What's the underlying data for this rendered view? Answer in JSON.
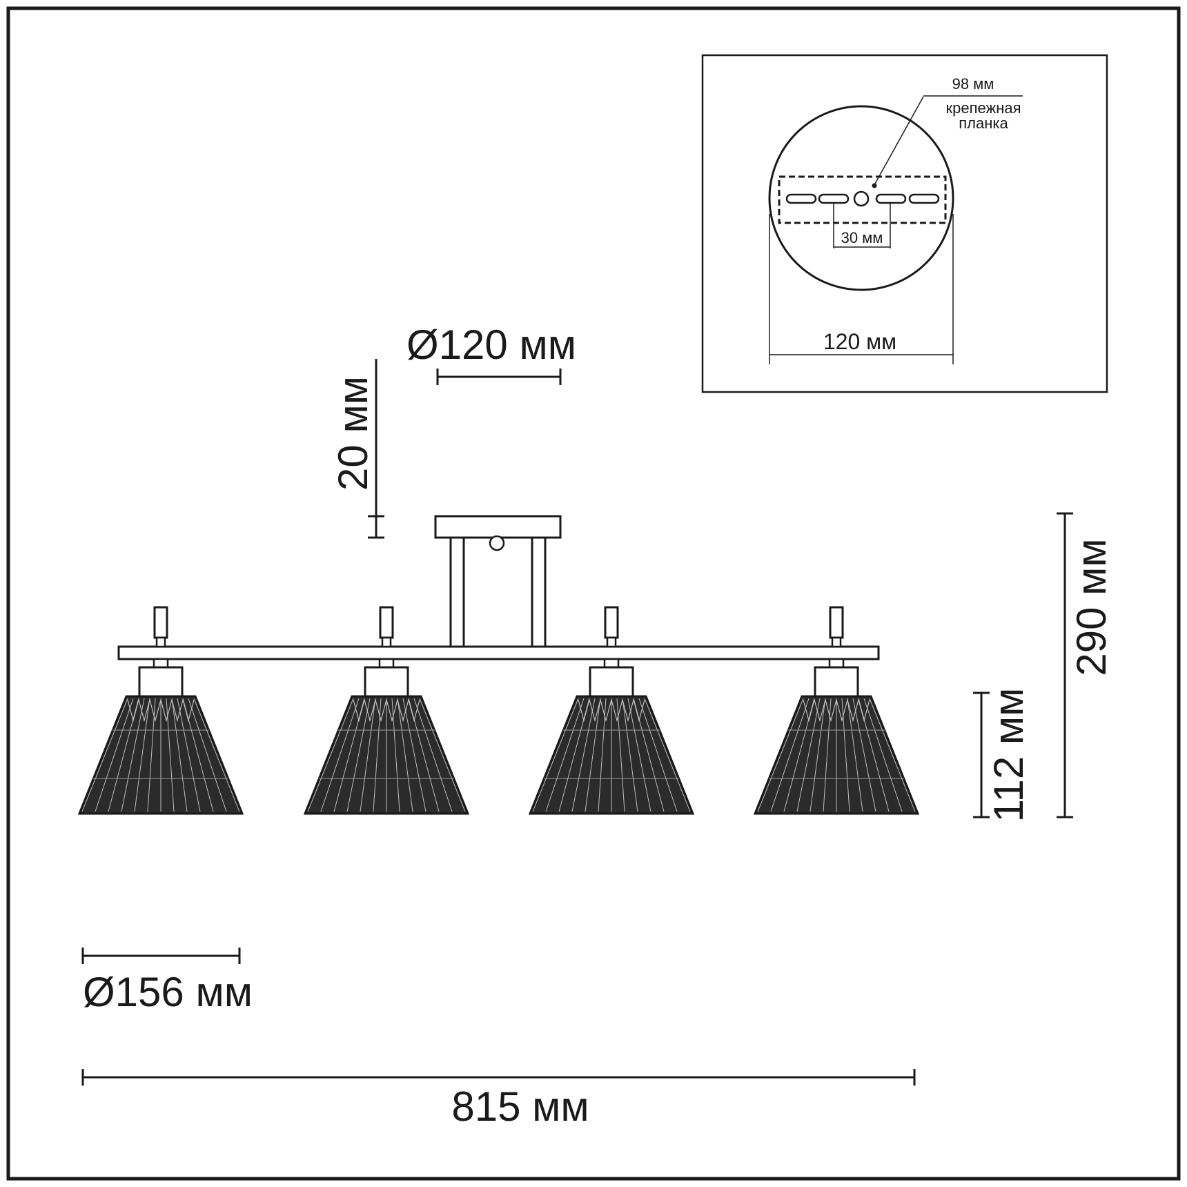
{
  "inset": {
    "label_98": "98 мм",
    "label_bracket_line1": "крепежная",
    "label_bracket_line2": "планка",
    "label_30": "30 мм",
    "label_120": "120 мм"
  },
  "dimensions": {
    "canopy_diameter": "Ø120 мм",
    "canopy_height": "20 мм",
    "total_height": "290 мм",
    "shade_height": "112 мм",
    "shade_diameter": "Ø156 мм",
    "total_width": "815 мм"
  },
  "colors": {
    "ink": "#1a1a1a",
    "shade_fill": "#2b2b2b",
    "background": "#ffffff"
  }
}
